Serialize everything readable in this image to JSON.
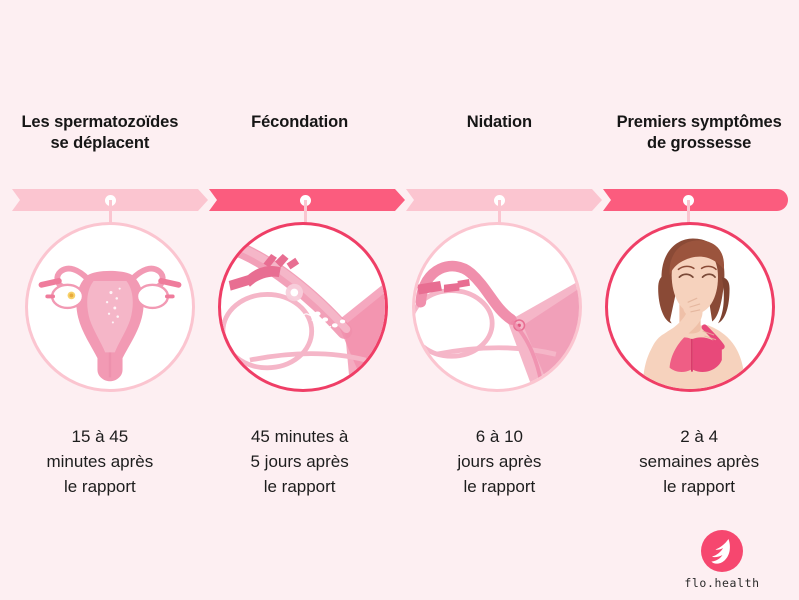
{
  "background_color": "#fdeff2",
  "colors": {
    "pink_light": "#fbc5d0",
    "pink_dark": "#fb5c7e",
    "circle_border_dark": "#ef3e66",
    "text": "#161616",
    "logo_pink": "#f6476f",
    "white": "#ffffff"
  },
  "steps": [
    {
      "heading": "Les spermatozoïdes\nse déplacent",
      "heading_line1": "Les spermatozoïdes",
      "heading_line2": "se déplacent",
      "caption_line1": "15 à 45",
      "caption_line2": "minutes après",
      "caption_line3": "le rapport",
      "segment_tone": "light",
      "illustration": "uterus-anatomy-illustration"
    },
    {
      "heading": "Fécondation",
      "heading_line1": "Fécondation",
      "heading_line2": "",
      "caption_line1": "45 minutes à",
      "caption_line2": "5 jours après",
      "caption_line3": "le rapport",
      "segment_tone": "dark",
      "illustration": "fertilization-fallopian-tube-illustration"
    },
    {
      "heading": "Nidation",
      "heading_line1": "Nidation",
      "heading_line2": "",
      "caption_line1": "6 à 10",
      "caption_line2": "jours après",
      "caption_line3": "le rapport",
      "segment_tone": "light",
      "illustration": "implantation-uterus-wall-illustration"
    },
    {
      "heading": "Premiers symptômes\nde grossesse",
      "heading_line1": "Premiers symptômes",
      "heading_line2": "de grossesse",
      "caption_line1": "2 à 4",
      "caption_line2": "semaines après",
      "caption_line3": "le rapport",
      "segment_tone": "dark",
      "illustration": "woman-nausea-illustration"
    }
  ],
  "logo": {
    "text": "flo.health",
    "mark": "flo-petal-icon"
  }
}
